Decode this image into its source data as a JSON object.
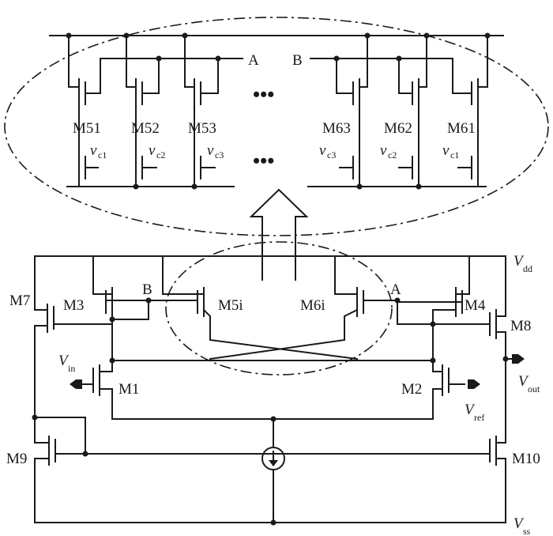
{
  "top": {
    "nodes": {
      "a": "A",
      "b": "B"
    },
    "left_transistors": [
      "M51",
      "M52",
      "M53"
    ],
    "right_transistors": [
      "M63",
      "M62",
      "M61"
    ],
    "vc_symbol": "v",
    "left_vc_subs": [
      "c1",
      "c2",
      "c3"
    ],
    "right_vc_subs": [
      "c3",
      "c2",
      "c1"
    ],
    "ellipsis": "•••"
  },
  "bottom": {
    "rails": {
      "vdd": "V",
      "vdd_sub": "dd",
      "vss": "V",
      "vss_sub": "ss"
    },
    "nodes": {
      "a": "A",
      "b": "B"
    },
    "transistors": {
      "m7": "M7",
      "m3": "M3",
      "m5i": "M5i",
      "m6i": "M6i",
      "m4": "M4",
      "m8": "M8",
      "m1": "M1",
      "m2": "M2",
      "m9": "M9",
      "m10": "M10"
    },
    "ports": {
      "vin": "V",
      "vin_sub": "in",
      "vref": "V",
      "vref_sub": "ref",
      "vout": "V",
      "vout_sub": "out"
    }
  }
}
